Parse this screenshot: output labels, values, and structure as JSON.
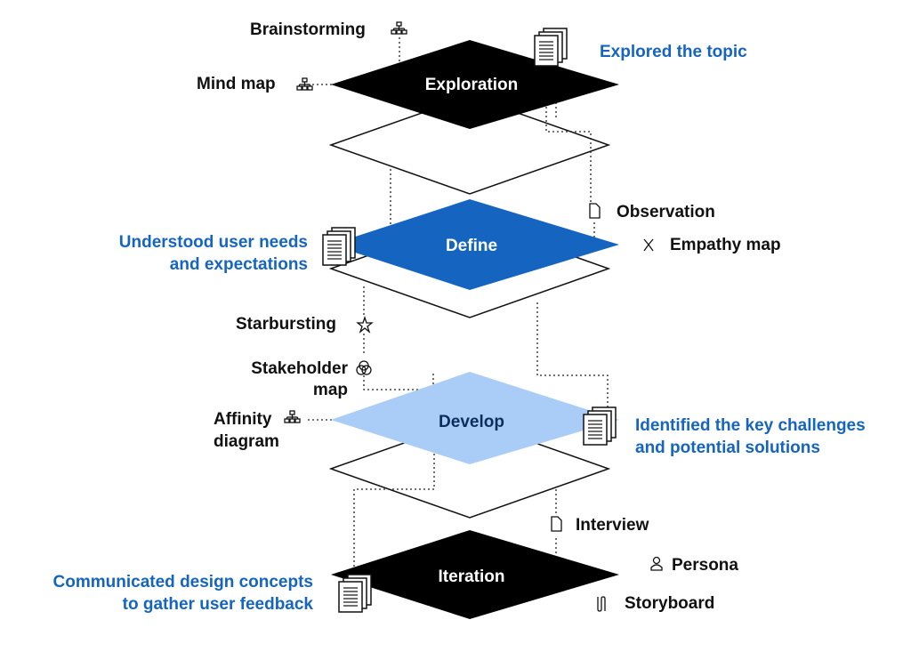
{
  "colors": {
    "black": "#000000",
    "define_blue": "#1565c0",
    "develop_light_blue": "#a9cdf6",
    "outcome_text_blue": "#1565c0",
    "text_dark": "#111111"
  },
  "layers": [
    {
      "title": "Exploration",
      "color": "black"
    },
    {
      "title": "Define",
      "color": "define_blue"
    },
    {
      "title": "Develop",
      "color": "develop_light_blue"
    },
    {
      "title": "Iteration",
      "color": "black"
    }
  ],
  "outcomes": {
    "exploration": "Explored the topic",
    "define_line1": "Understood user needs",
    "define_line2": "and expectations",
    "develop_line1": "Identified the key challenges",
    "develop_line2": "and potential solutions",
    "iteration_line1": "Communicated design concepts",
    "iteration_line2": "to gather user feedback"
  },
  "methods": {
    "brainstorming": "Brainstorming",
    "mind_map": "Mind map",
    "observation": "Observation",
    "empathy_map": "Empathy map",
    "starbursting": "Starbursting",
    "stakeholder_map_line1": "Stakeholder",
    "stakeholder_map_line2": "map",
    "affinity_diagram_line1": "Affinity",
    "affinity_diagram_line2": "diagram",
    "interview": "Interview",
    "persona": "Persona",
    "storyboard": "Storyboard"
  },
  "icons": {
    "brainstorming": "hierarchy-icon",
    "mind_map": "hierarchy-icon",
    "affinity_diagram": "hierarchy-icon",
    "observation": "document-icon",
    "interview": "document-icon",
    "empathy_map": "empathy-icon",
    "starbursting": "star-icon",
    "stakeholder_map": "venn-icon",
    "persona": "person-icon",
    "storyboard": "storyboard-icon",
    "outcome": "document-stack-icon"
  }
}
